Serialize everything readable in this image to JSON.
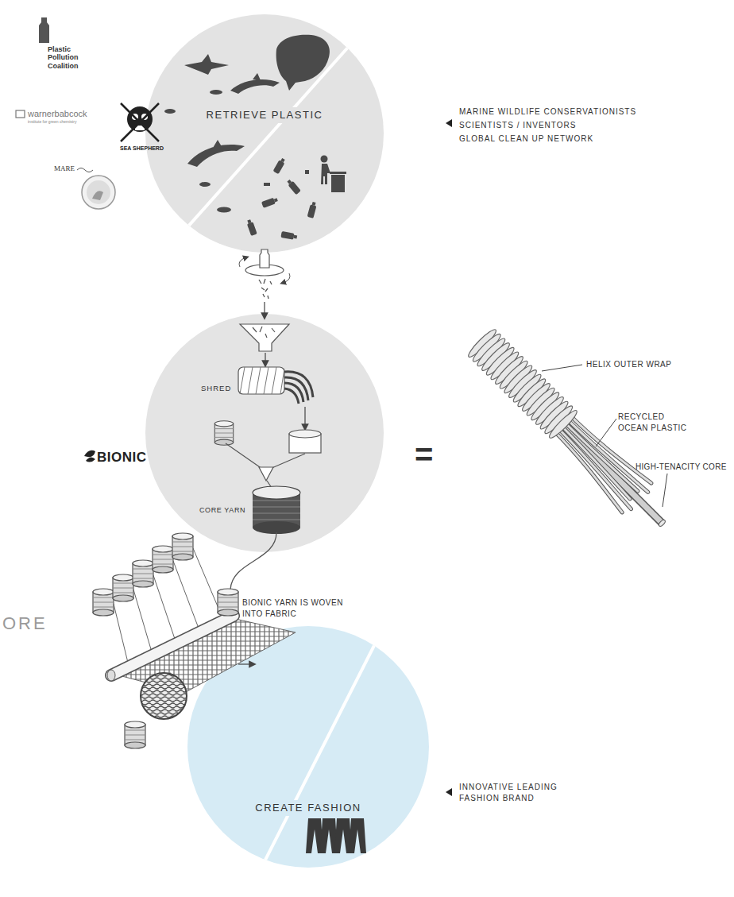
{
  "diagram": {
    "nodes": [
      {
        "text": [
          "RETRIEVE PLASTIC"
        ]
      },
      {
        "text": [
          "SHRED",
          "CORE YARN"
        ]
      },
      {
        "text": [
          "CREATE FASHION"
        ]
      }
    ],
    "labels": [
      "Plastic Pollution Coalition",
      "warnerbabcock",
      "institute for green chemistry",
      "SEA SHEPHERD",
      "MARE",
      "MARINE WILDLIFE CONSERVATIONISTS",
      "SCIENTISTS / INVENTORS",
      "GLOBAL CLEAN UP NETWORK",
      "BIONIC",
      "=",
      "HELIX OUTER WRAP",
      "RECYCLED OCEAN PLASTIC",
      "HIGH-TENACITY CORE",
      "BIONIC YARN IS WOVEN INTO FABRIC",
      "ORE",
      "INNOVATIVE LEADING FASHION BRAND"
    ]
  }
}
